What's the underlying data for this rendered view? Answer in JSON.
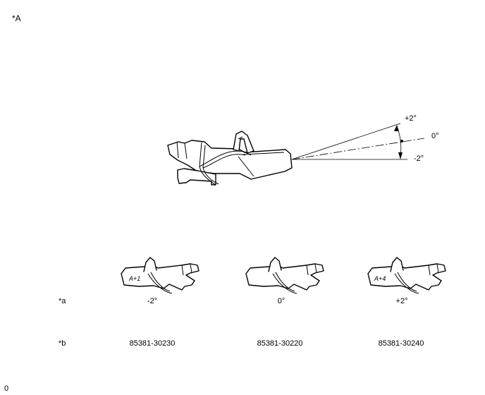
{
  "figure_label": "*A",
  "angles": {
    "plus": "+2°",
    "zero": "0°",
    "minus": "-2°"
  },
  "row_labels": {
    "a": "*a",
    "b": "*b"
  },
  "variants": [
    {
      "mark": "A+1",
      "angle": "-2°",
      "part_number": "85381-30230"
    },
    {
      "mark": "",
      "angle": "0°",
      "part_number": "85381-30220"
    },
    {
      "mark": "A+4",
      "angle": "+2°",
      "part_number": "85381-30240"
    }
  ],
  "footer_code": "0"
}
